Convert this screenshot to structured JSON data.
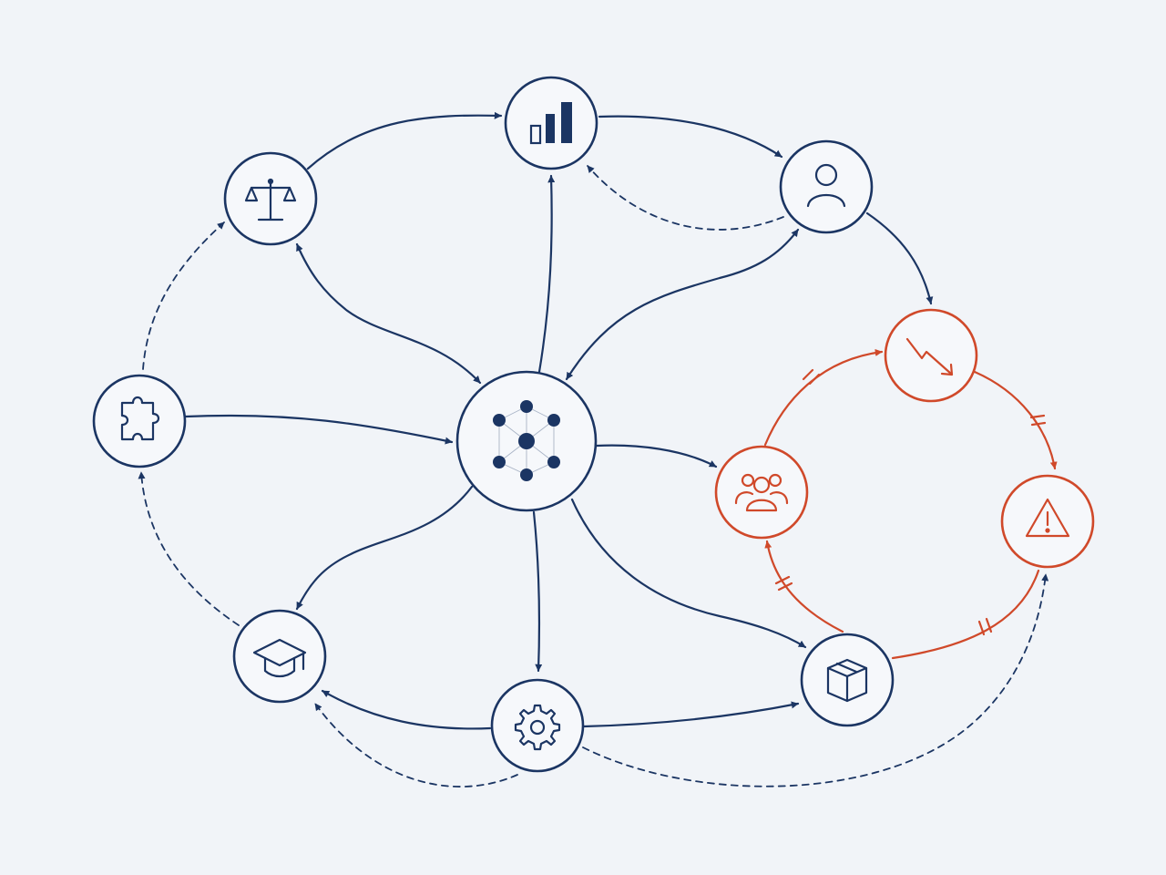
{
  "diagram": {
    "colors": {
      "background": "#f1f4f8",
      "primary": "#1b3563",
      "accent": "#d0492a",
      "node_fill": "#f6f8fb"
    },
    "nodes": [
      {
        "id": "hub",
        "icon": "network-hub-icon",
        "color": "primary"
      },
      {
        "id": "analytics",
        "icon": "bar-chart-icon",
        "color": "primary"
      },
      {
        "id": "user",
        "icon": "user-icon",
        "color": "primary"
      },
      {
        "id": "governance",
        "icon": "balance-scale-icon",
        "color": "primary"
      },
      {
        "id": "integration",
        "icon": "puzzle-piece-icon",
        "color": "primary"
      },
      {
        "id": "education",
        "icon": "graduation-cap-icon",
        "color": "primary"
      },
      {
        "id": "operations",
        "icon": "gear-icon",
        "color": "primary"
      },
      {
        "id": "product",
        "icon": "package-box-icon",
        "color": "primary"
      },
      {
        "id": "team",
        "icon": "team-group-icon",
        "color": "accent"
      },
      {
        "id": "decline",
        "icon": "trend-down-icon",
        "color": "accent"
      },
      {
        "id": "risk",
        "icon": "warning-triangle-icon",
        "color": "accent"
      }
    ],
    "edges": [
      {
        "from": "governance",
        "to": "analytics",
        "style": "solid",
        "direction": "forward"
      },
      {
        "from": "analytics",
        "to": "user",
        "style": "solid",
        "direction": "forward"
      },
      {
        "from": "user",
        "to": "analytics",
        "style": "dashed",
        "direction": "forward"
      },
      {
        "from": "hub",
        "to": "analytics",
        "style": "solid",
        "direction": "forward"
      },
      {
        "from": "hub",
        "to": "governance",
        "style": "solid",
        "direction": "both"
      },
      {
        "from": "hub",
        "to": "user",
        "style": "solid",
        "direction": "both"
      },
      {
        "from": "integration",
        "to": "hub",
        "style": "solid",
        "direction": "forward"
      },
      {
        "from": "integration",
        "to": "governance",
        "style": "dashed",
        "direction": "forward"
      },
      {
        "from": "education",
        "to": "integration",
        "style": "dashed",
        "direction": "forward"
      },
      {
        "from": "hub",
        "to": "education",
        "style": "solid",
        "direction": "forward"
      },
      {
        "from": "hub",
        "to": "operations",
        "style": "solid",
        "direction": "forward"
      },
      {
        "from": "hub",
        "to": "product",
        "style": "solid",
        "direction": "forward"
      },
      {
        "from": "hub",
        "to": "team",
        "style": "solid",
        "direction": "forward"
      },
      {
        "from": "user",
        "to": "decline",
        "style": "solid",
        "direction": "forward"
      },
      {
        "from": "operations",
        "to": "education",
        "style": "solid",
        "direction": "forward"
      },
      {
        "from": "operations",
        "to": "product",
        "style": "solid",
        "direction": "forward"
      },
      {
        "from": "operations",
        "to": "education",
        "style": "dashed",
        "direction": "forward"
      },
      {
        "from": "operations",
        "to": "risk",
        "style": "dashed",
        "direction": "forward"
      },
      {
        "from": "team",
        "to": "decline",
        "style": "accent-broken",
        "direction": "forward"
      },
      {
        "from": "decline",
        "to": "risk",
        "style": "accent-broken",
        "direction": "forward"
      },
      {
        "from": "product",
        "to": "risk",
        "style": "accent-broken",
        "direction": "forward"
      },
      {
        "from": "product",
        "to": "team",
        "style": "accent-broken",
        "direction": "forward"
      }
    ]
  }
}
